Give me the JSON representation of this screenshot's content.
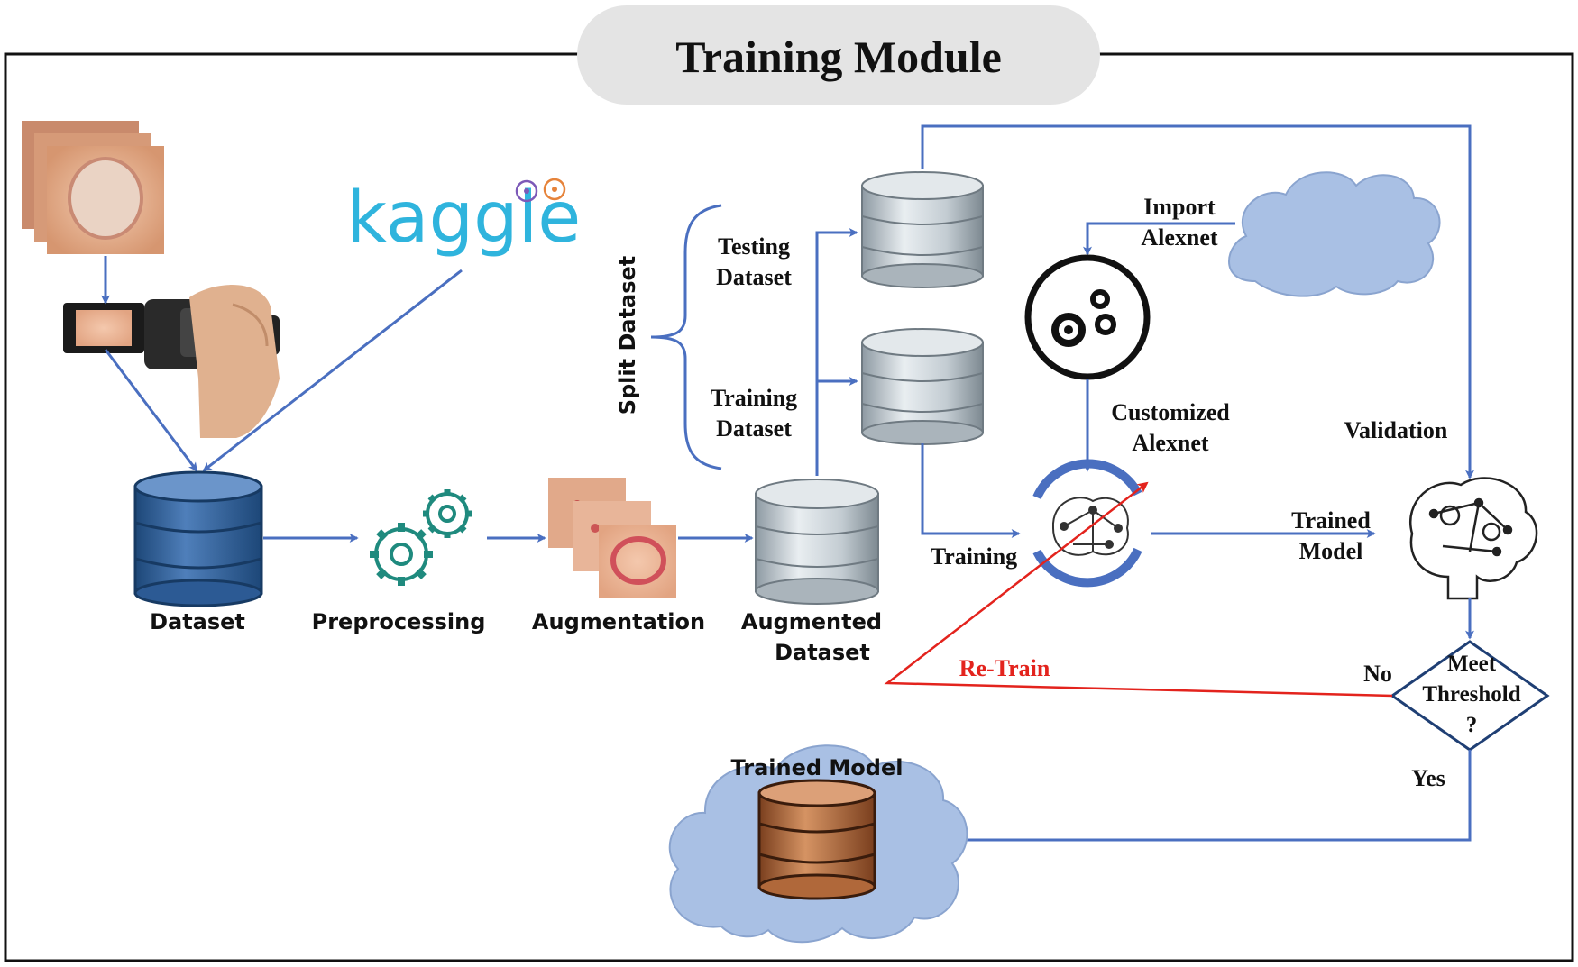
{
  "title": "Training Module",
  "source_logo": "kaggle",
  "labels": {
    "dataset": "Dataset",
    "preprocessing": "Preprocessing",
    "augmentation": "Augmentation",
    "augmented_dataset_1": "Augmented",
    "augmented_dataset_2": "Dataset",
    "split_dataset": "Split Dataset",
    "testing_dataset_1": "Testing",
    "testing_dataset_2": "Dataset",
    "training_dataset_1": "Training",
    "training_dataset_2": "Dataset",
    "import_alexnet_1": "Import",
    "import_alexnet_2": "Alexnet",
    "customized_alexnet_1": "Customized",
    "customized_alexnet_2": "Alexnet",
    "training": "Training",
    "validation": "Validation",
    "trained_model_1": "Trained",
    "trained_model_2": "Model",
    "meet_threshold_1": "Meet",
    "meet_threshold_2": "Threshold",
    "meet_threshold_3": "?",
    "no": "No",
    "yes": "Yes",
    "retrain": "Re-Train",
    "trained_model_store": "Trained Model"
  },
  "colors": {
    "arrow": "#4a6fc0",
    "retrain": "#e3231d",
    "dataset_db": "#2c5a94",
    "trained_db": "#b0683a",
    "gear_green": "#1f8a7e",
    "kaggle": "#2fb4dd",
    "cloud": "#a9c0e4",
    "title_pill": "#e4e4e4"
  },
  "icons": [
    "skin-image-icon",
    "video-camera-icon",
    "database-icon",
    "gears-icon",
    "cloud-icon",
    "brain-network-icon",
    "decision-diamond-icon"
  ]
}
